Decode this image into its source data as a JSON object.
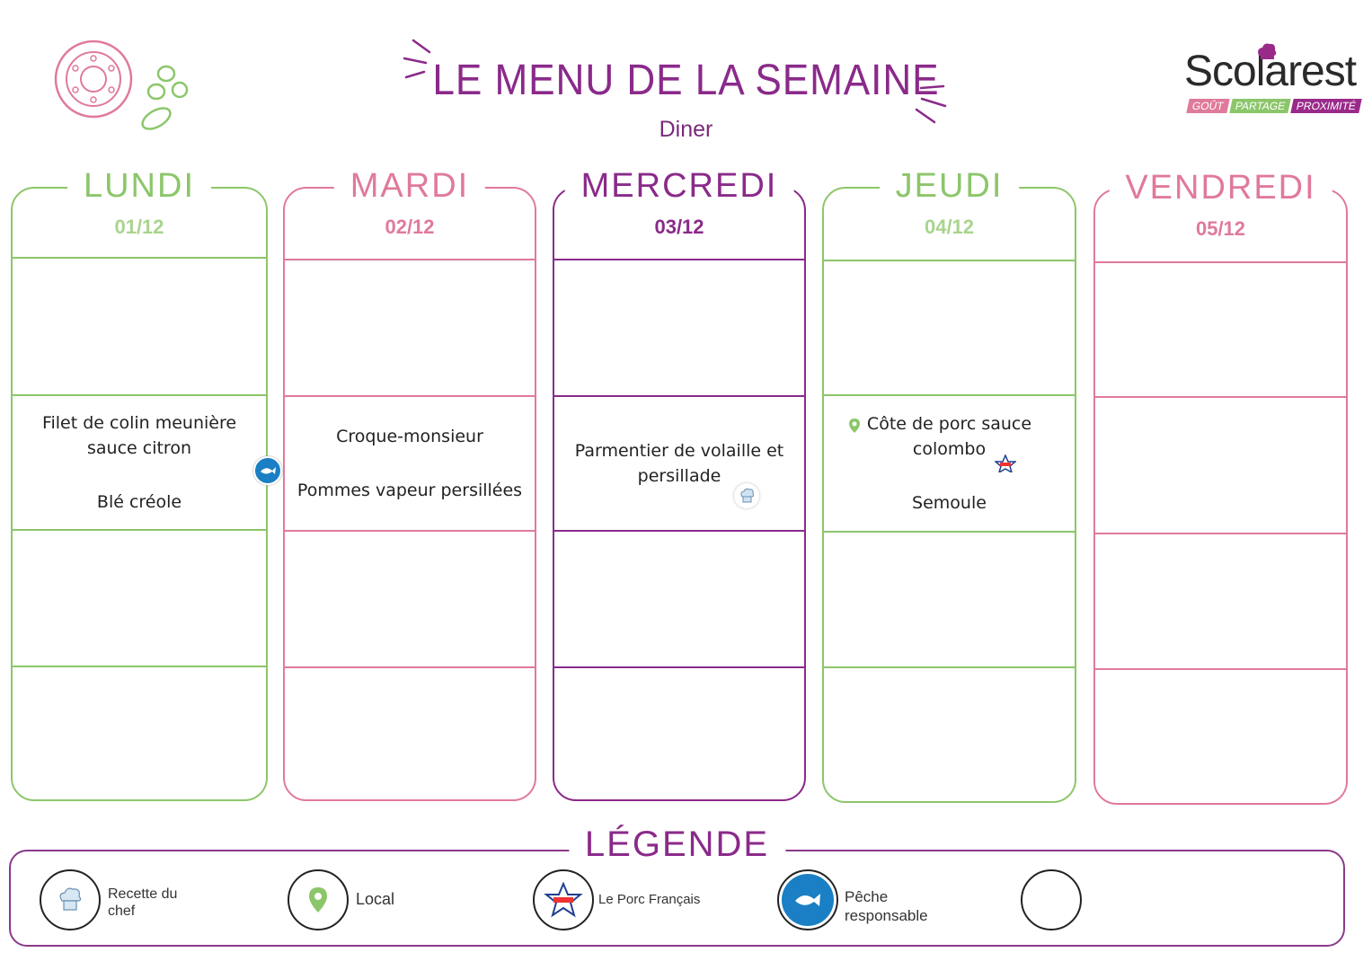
{
  "header": {
    "title": "LE MENU DE LA SEMAINE",
    "subtitle": "Diner"
  },
  "logo": {
    "name": "Scolarest",
    "tagline": [
      "GOÛT",
      "PARTAGE",
      "PROXIMITÉ"
    ]
  },
  "colors": {
    "green": "#8cc66a",
    "pink": "#e07a9a",
    "purple": "#8a2a8a",
    "title": "#8a2a8a"
  },
  "days": [
    {
      "name": "LUNDI",
      "date": "01/12",
      "color": "green",
      "main": [
        "Filet de colin meunière",
        "sauce citron"
      ],
      "side": "Blé créole",
      "icons": [
        "peche-responsable"
      ]
    },
    {
      "name": "MARDI",
      "date": "02/12",
      "color": "pink",
      "main": [
        "Croque-monsieur"
      ],
      "side": "Pommes vapeur persillées",
      "icons": []
    },
    {
      "name": "MERCREDI",
      "date": "03/12",
      "color": "purple",
      "main": [
        "Parmentier de volaille et",
        "persillade"
      ],
      "side": "",
      "icons": [
        "recette-du-chef"
      ]
    },
    {
      "name": "JEUDI",
      "date": "04/12",
      "color": "green",
      "main": [
        "Côte de porc sauce",
        "colombo"
      ],
      "side": "Semoule",
      "icons": [
        "local",
        "porc-francais"
      ]
    },
    {
      "name": "VENDREDI",
      "date": "05/12",
      "color": "pink",
      "main": [],
      "side": "",
      "icons": []
    }
  ],
  "legend": {
    "title": "LÉGENDE",
    "items": [
      {
        "icon": "chef-hat-icon",
        "label_line1": "Recette du",
        "label_line2": "chef"
      },
      {
        "icon": "location-pin-icon",
        "label_line1": "Local",
        "label_line2": ""
      },
      {
        "icon": "porc-francais-icon",
        "label_line1": "Le Porc Français",
        "label_line2": ""
      },
      {
        "icon": "peche-responsable-icon",
        "label_line1": "Pêche",
        "label_line2": "responsable"
      },
      {
        "icon": "empty-icon",
        "label_line1": "",
        "label_line2": ""
      }
    ]
  }
}
